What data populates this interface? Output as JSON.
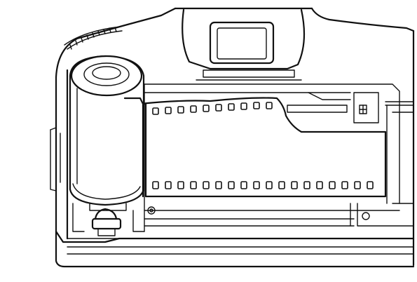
{
  "figure": {
    "kind": "line-art illustration",
    "palette": {
      "ink": "#111111",
      "paper": "#ffffff"
    },
    "parts": [
      "camera-back-body",
      "viewfinder-eyepiece",
      "film-cartridge",
      "film-leader",
      "film-perforations",
      "film-guide-rails",
      "take-up-spool-area",
      "rewind-fork"
    ],
    "perforation_rows": {
      "top_count": 10,
      "bottom_count": 18
    }
  }
}
